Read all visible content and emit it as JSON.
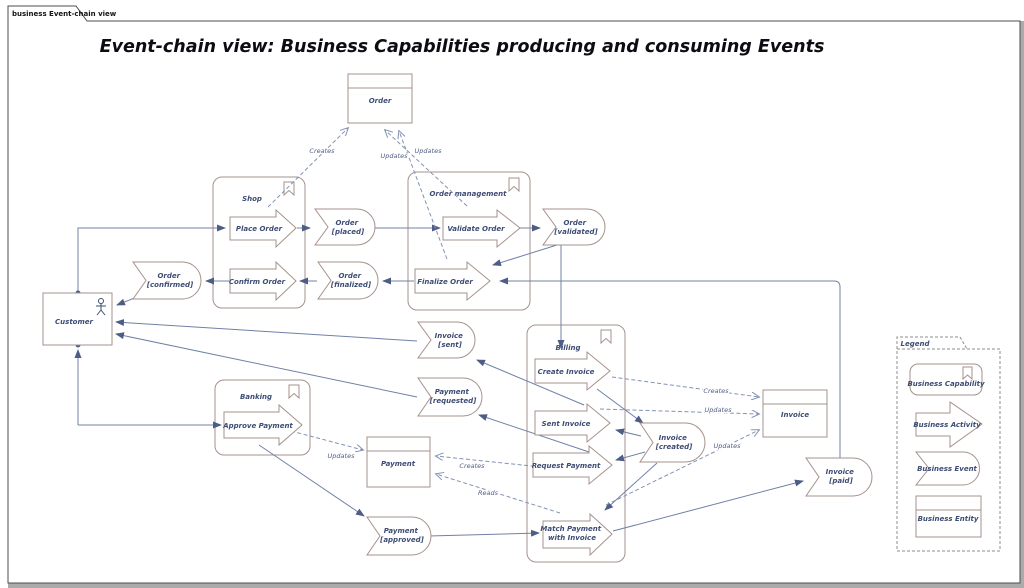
{
  "tab": {
    "label": "business Event-chain view"
  },
  "title": "Event-chain view: Business Capabilities producing and consuming Events",
  "capabilities": {
    "shop": {
      "label": "Shop"
    },
    "order_management": {
      "label": "Order management"
    },
    "banking": {
      "label": "Banking"
    },
    "billing": {
      "label": "Billing"
    }
  },
  "activities": {
    "place_order": {
      "label": "Place Order"
    },
    "confirm_order": {
      "label": "Confirm Order"
    },
    "validate_order": {
      "label": "Validate Order"
    },
    "finalize_order": {
      "label": "Finalize Order"
    },
    "approve_payment": {
      "label": "Approve Payment"
    },
    "create_invoice": {
      "label": "Create Invoice"
    },
    "sent_invoice": {
      "label": "Sent Invoice"
    },
    "request_payment": {
      "label": "Request Payment"
    },
    "match_payment": {
      "label": "Match Payment",
      "label2": "with Invoice"
    }
  },
  "events": {
    "order_placed": {
      "name": "Order",
      "state": "[placed]"
    },
    "order_validated": {
      "name": "Order",
      "state": "[validated]"
    },
    "order_finalized": {
      "name": "Order",
      "state": "[finalized]"
    },
    "order_confirmed": {
      "name": "Order",
      "state": "[confirmed]"
    },
    "invoice_sent": {
      "name": "Invoice",
      "state": "[sent]"
    },
    "payment_requested": {
      "name": "Payment",
      "state": "[requested]"
    },
    "invoice_created": {
      "name": "Invoice",
      "state": "[created]"
    },
    "payment_approved": {
      "name": "Payment",
      "state": "[approved]"
    },
    "invoice_paid": {
      "name": "Invoice",
      "state": "[paid]"
    }
  },
  "entities": {
    "order": {
      "label": "Order"
    },
    "payment": {
      "label": "Payment"
    },
    "invoice": {
      "label": "Invoice"
    }
  },
  "actors": {
    "customer": {
      "label": "Customer"
    }
  },
  "relations": {
    "creates": "Creates",
    "updates": "Updates",
    "reads": "Reads"
  },
  "legend": {
    "title": "Legend",
    "items": {
      "capability": "Business Capability",
      "activity": "Business Activity",
      "event": "Business Event",
      "entity": "Business Entity"
    }
  },
  "colors": {
    "shape_border": "#a6918b",
    "connector": "#7081a5",
    "access_connector": "#8392b2",
    "label_text": "#3d4c73"
  }
}
